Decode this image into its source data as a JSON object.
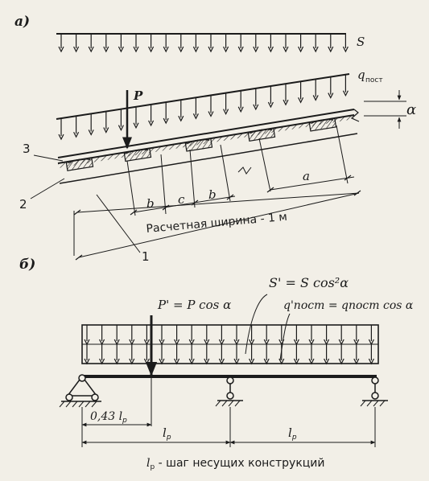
{
  "part_a": {
    "label": "а)",
    "load_snow": "S",
    "load_dead_q": "q",
    "load_dead_sub": "пост",
    "point_load": "P",
    "angle": "α",
    "dim_a": "a",
    "dim_b1": "b",
    "dim_c": "c",
    "dim_b2": "b",
    "width_caption": "Расчетная ширина - 1 м",
    "callout_1": "1",
    "callout_2": "2",
    "callout_3": "3"
  },
  "part_b": {
    "label": "б)",
    "formula_snow": "S' = S cos²α",
    "formula_point": "P' = P cos α",
    "formula_q": "q'пост = qпост cos α",
    "dim_043": "0,43 l",
    "dim_043_sub": "р",
    "dim_l1": "l",
    "dim_l1_sub": "р",
    "dim_l2": "l",
    "dim_l2_sub": "р",
    "footer_l": "l",
    "footer_sub": "р",
    "footer_text": " - шаг несущих конструкций"
  },
  "colors": {
    "ink": "#1b1b1b",
    "paper": "#f2efe7"
  }
}
